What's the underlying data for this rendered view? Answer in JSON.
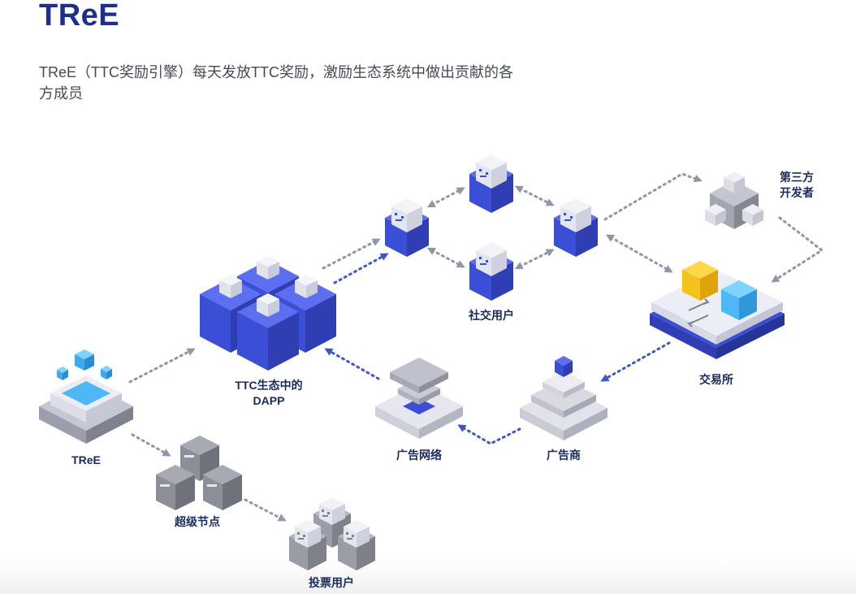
{
  "header": {
    "title": "TReE",
    "description": "TReE（TTC奖励引擎）每天发放TTC奖励，激励生态系统中做出贡献的各方成员"
  },
  "nodes": {
    "tree": "TReE",
    "dapp_line1": "TTC生态中的",
    "dapp_line2": "DAPP",
    "social_users": "社交用户",
    "third_party_line1": "第三方",
    "third_party_line2": "开发者",
    "exchange": "交易所",
    "ad_network": "广告网络",
    "advertiser": "广告商",
    "super_nodes": "超级节点",
    "voting_users": "投票用户"
  },
  "colors": {
    "title": "#1d2f8a",
    "primary_blue": "#3a4fd6",
    "light_blue": "#4db8f5",
    "gray": "#9a9ca6",
    "arrow": "#8e97a8",
    "arrow_blue": "#3d56c9",
    "yellow": "#f5c21b"
  }
}
